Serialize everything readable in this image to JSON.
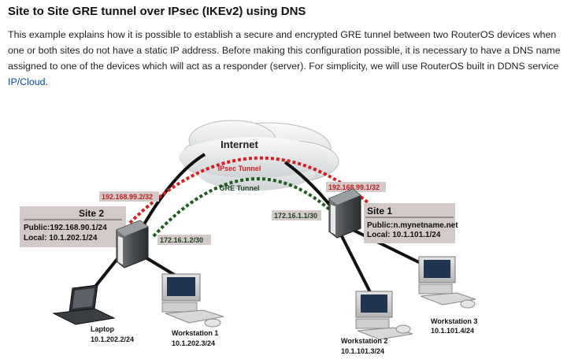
{
  "page": {
    "title": "Site to Site GRE tunnel over IPsec (IKEv2) using DNS",
    "intro_text": "This example explains how it is possible to establish a secure and encrypted GRE tunnel between two RouterOS devices when one or both sites do not have a static IP address. Before making this configuration possible, it is necessary to have a DNS name assigned to one of the devices which will act as a responder (server). For simplicity, we will use RouterOS built in DDNS service ",
    "intro_link": "IP/Cloud",
    "intro_end": "."
  },
  "diagram": {
    "cloud_label": "Internet",
    "ipsec_label": "IPsec Tunnel",
    "gre_label": "GRE Tunnel",
    "site2": {
      "title": "Site 2",
      "public": "Public:192.168.90.1/24",
      "local": "Local: 10.1.202.1/24",
      "ipsec_ip": "192.168.99.2/32",
      "gre_ip": "172.16.1.2/30"
    },
    "site1": {
      "title": "Site 1",
      "public": "Public:n.mynetname.net",
      "local": "Local: 10.1.101.1/24",
      "ipsec_ip": "192.168.99.1/32",
      "gre_ip": "172.16.1.1/30"
    },
    "devices": {
      "laptop_name": "Laptop",
      "laptop_ip": "10.1.202.2/24",
      "ws1_name": "Workstation 1",
      "ws1_ip": "10.1.202.3/24",
      "ws2_name": "Workstation 2",
      "ws2_ip": "10.1.101.3/24",
      "ws3_name": "Workstation 3",
      "ws3_ip": "10.1.101.4/24"
    },
    "colors": {
      "ipsec": "#d42020",
      "gre": "#1f5e1f",
      "label_box": "#d3c9c9"
    }
  }
}
